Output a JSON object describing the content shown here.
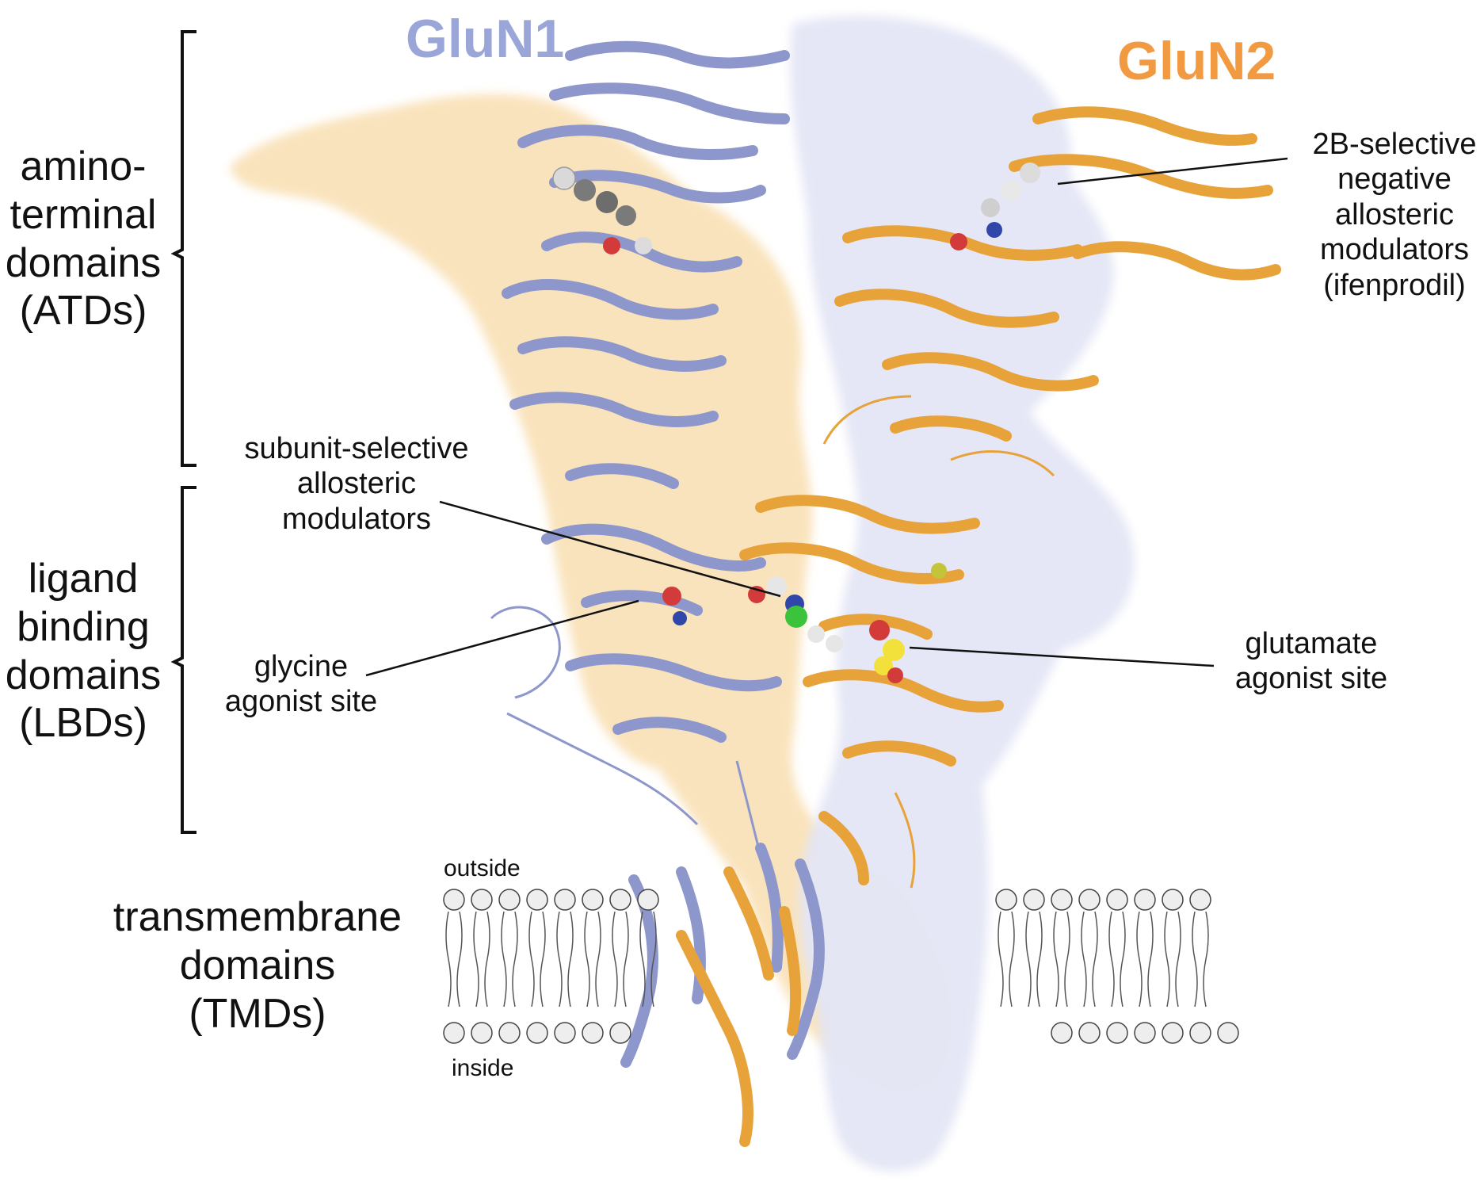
{
  "subunits": {
    "glun1": {
      "label": "GluN1",
      "color": "#9aa6d8"
    },
    "glun2": {
      "label": "GluN2",
      "color": "#f19a42"
    }
  },
  "domains": {
    "atd": [
      "amino-",
      "terminal",
      "domains",
      "(ATDs)"
    ],
    "lbd": [
      "ligand",
      "binding",
      "domains",
      "(LBDs)"
    ],
    "tmd": [
      "transmembrane",
      "domains",
      "(TMDs)"
    ]
  },
  "annotations": {
    "ifenprodil": [
      "2B-selective",
      "negative",
      "allosteric",
      "modulators",
      "(ifenprodil)"
    ],
    "subunit_selective": [
      "subunit-selective",
      "allosteric",
      "modulators"
    ],
    "glycine": [
      "glycine",
      "agonist site"
    ],
    "glutamate": [
      "glutamate",
      "agonist site"
    ]
  },
  "membrane": {
    "outside": "outside",
    "inside": "inside"
  },
  "colors": {
    "glun1_ribbon": "#8e97cc",
    "glun1_surface": "#e4e6f6",
    "glun2_ribbon": "#e8a23a",
    "glun2_surface": "#f8deb0",
    "lipid_head": "#eeeeee"
  }
}
